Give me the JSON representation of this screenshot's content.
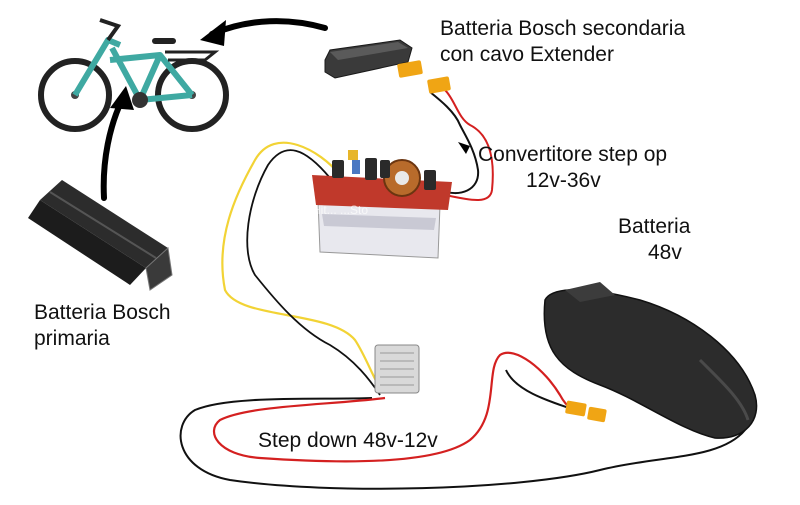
{
  "labels": {
    "secondary_battery": [
      "Batteria Bosch secondaria",
      "con cavo Extender"
    ],
    "converter": [
      "Convertitore step op",
      "12v-36v"
    ],
    "battery_48": [
      "Batteria",
      "48v"
    ],
    "primary_battery": [
      "Batteria Bosch",
      "primaria"
    ],
    "step_down": "Step down 48v-12v"
  },
  "watermark": "Hit...   ...Sto",
  "colors": {
    "wire_red": "#d42020",
    "wire_black": "#111111",
    "wire_yellow": "#f2d335",
    "connector_yellow": "#f0a514",
    "board_red": "#c0392b",
    "bike_frame": "#3fa9a2",
    "battery_body": "#2c2c2c"
  }
}
